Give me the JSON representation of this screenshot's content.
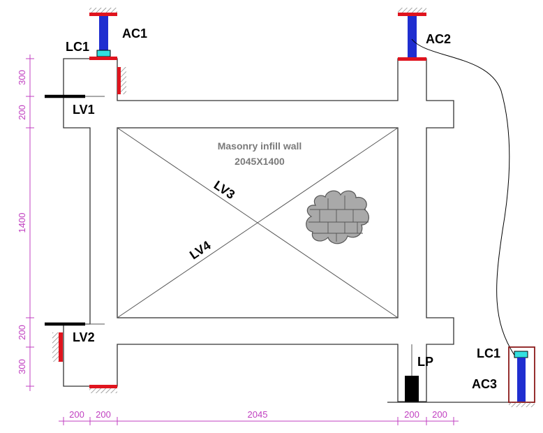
{
  "wall": {
    "title": "Masonry infill wall",
    "size": "2045X1400"
  },
  "labels": {
    "ac1": "AC1",
    "ac2": "AC2",
    "ac3": "AC3",
    "lc1_top": "LC1",
    "lc1_right": "LC1",
    "lv1": "LV1",
    "lv2": "LV2",
    "lv3": "LV3",
    "lv4": "LV4",
    "lp": "LP"
  },
  "dimensions": {
    "vertical": [
      "300",
      "200",
      "1400",
      "200",
      "300"
    ],
    "horizontal": [
      "200",
      "200",
      "2045",
      "200",
      "200"
    ]
  },
  "colors": {
    "actuator": "#1f2ed0",
    "load_cell": "#33e0e0",
    "plate": "#e0141e",
    "dimension": "#c03fc0",
    "frame": "#333333",
    "hatch": "#777777",
    "brick": "#a9a9a9"
  },
  "icons": [
    "brick-cloud-icon",
    "hatch-support-icon"
  ]
}
